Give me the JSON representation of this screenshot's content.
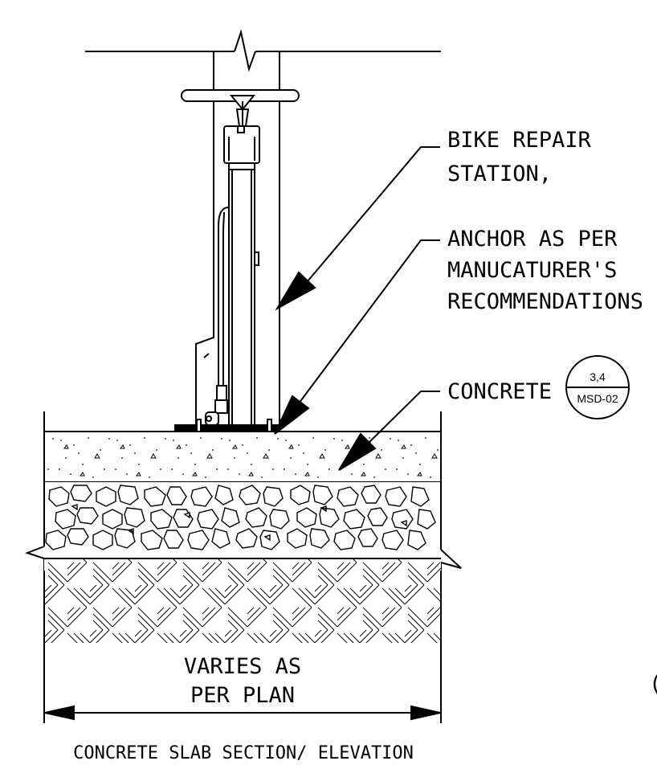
{
  "labels": {
    "bike_repair_station": [
      "BIKE REPAIR",
      "STATION,"
    ],
    "anchor": [
      "ANCHOR AS PER",
      "MANUCATURER'S",
      "RECOMMENDATIONS"
    ],
    "concrete": "CONCRETE",
    "concrete_ref_top": "3,4",
    "concrete_ref_bottom": "MSD-02",
    "dimension": [
      "VARIES AS",
      "PER PLAN"
    ],
    "title": "CONCRETE SLAB SECTION/ ELEVATION",
    "edge_fragment": "("
  }
}
